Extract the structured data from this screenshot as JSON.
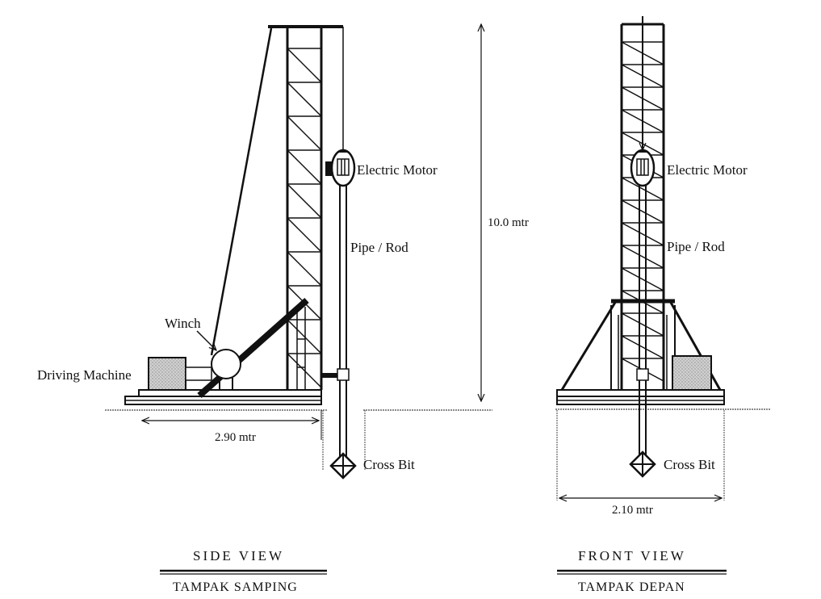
{
  "side_view": {
    "labels": {
      "winch": "Winch",
      "driving_machine": "Driving Machine",
      "electric_motor": "Electric Motor",
      "pipe_rod": "Pipe / Rod",
      "cross_bit": "Cross Bit"
    },
    "dimension_width": "2.90 mtr",
    "title": "SIDE VIEW",
    "subtitle": "TAMPAK SAMPING"
  },
  "height_dimension": "10.0 mtr",
  "front_view": {
    "labels": {
      "electric_motor": "Electric Motor",
      "pipe_rod": "Pipe / Rod",
      "cross_bit": "Cross Bit"
    },
    "dimension_width": "2.10 mtr",
    "title": "FRONT VIEW",
    "subtitle": "TAMPAK DEPAN"
  },
  "colors": {
    "ink": "#111111",
    "paper": "#ffffff",
    "machine_fill": "#c8c8c8"
  }
}
